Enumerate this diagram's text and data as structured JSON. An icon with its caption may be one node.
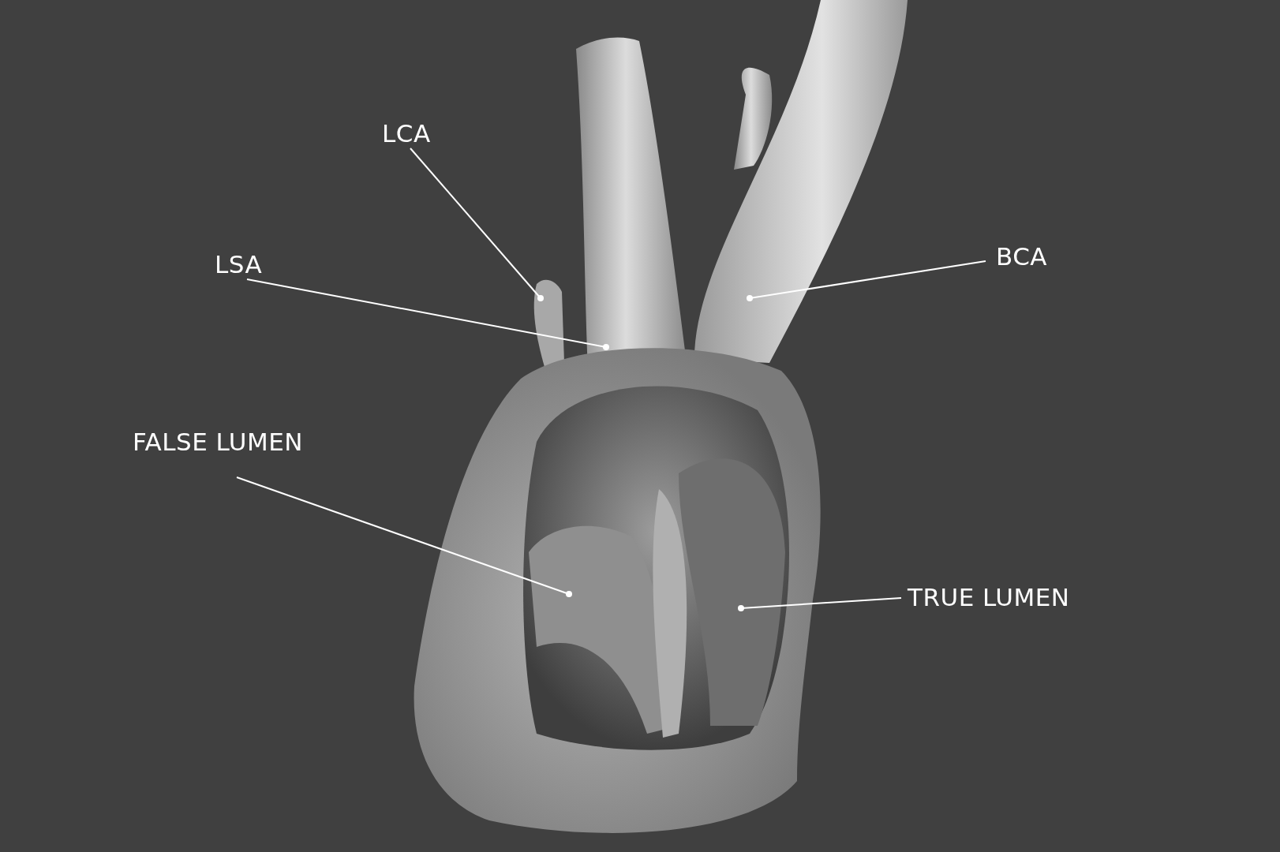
{
  "diagram": {
    "nodes": [
      {
        "text": [
          "LCA"
        ]
      },
      {
        "text": [
          "LSA"
        ]
      },
      {
        "text": [
          "BCA"
        ]
      },
      {
        "text": [
          "FALSE LUMEN"
        ]
      },
      {
        "text": [
          "TRUE LUMEN"
        ]
      }
    ],
    "edges": [
      {
        "from": 0,
        "to": null,
        "arrow": "other"
      },
      {
        "from": 1,
        "to": null,
        "arrow": "other"
      },
      {
        "from": 2,
        "to": null,
        "arrow": "other"
      },
      {
        "from": 3,
        "to": null,
        "arrow": "other"
      },
      {
        "from": 4,
        "to": null,
        "arrow": "other"
      }
    ]
  }
}
